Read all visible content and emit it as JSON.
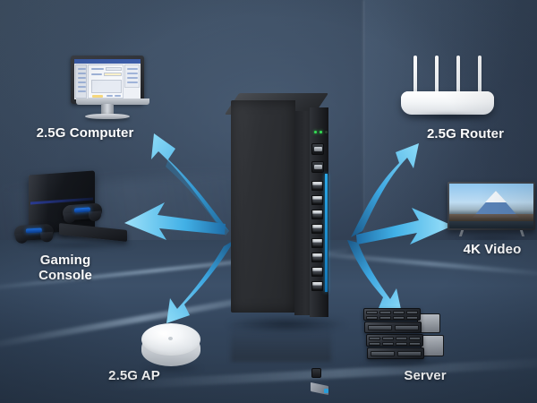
{
  "scene": {
    "title": "2.5G network switch connectivity diagram",
    "background_colors": {
      "wall_top": "#47596e",
      "wall_mid": "#313f53",
      "wall_dark": "#2c394c",
      "floor": "#3c5069"
    },
    "arrow_color_light": "#7ed3f5",
    "arrow_color_mid": "#3ca6e0",
    "arrow_color_dark": "#1d5f91",
    "label_color": "#ffffff"
  },
  "center_device": {
    "name": "network-switch",
    "type": "2.5G multi-gigabit switch",
    "body_color": "#2a2c30",
    "accent_color": "#2aa8e8",
    "rj45_port_count": 8,
    "sfp_port_count": 2,
    "led_count": 3,
    "leds_on": 2
  },
  "nodes": [
    {
      "id": "computer",
      "label": "2.5G Computer",
      "icon": "desktop-monitor-icon",
      "position": "top-left"
    },
    {
      "id": "router",
      "label": "2.5G Router",
      "icon": "wifi-router-icon",
      "position": "top-right"
    },
    {
      "id": "gaming-console",
      "label": "Gaming\nConsole",
      "icon": "game-console-icon",
      "position": "left"
    },
    {
      "id": "video",
      "label": "4K Video",
      "icon": "television-icon",
      "position": "right"
    },
    {
      "id": "access-point",
      "label": "2.5G AP",
      "icon": "access-point-icon",
      "position": "bottom-left"
    },
    {
      "id": "server",
      "label": "Server",
      "icon": "server-rack-icon",
      "position": "bottom-right"
    }
  ],
  "arrows": [
    {
      "from": "switch",
      "to": "computer",
      "direction": "up-left"
    },
    {
      "from": "switch",
      "to": "router",
      "direction": "up-right"
    },
    {
      "from": "switch",
      "to": "gaming-console",
      "direction": "left"
    },
    {
      "from": "switch",
      "to": "video",
      "direction": "right"
    },
    {
      "from": "switch",
      "to": "access-point",
      "direction": "down-left"
    },
    {
      "from": "switch",
      "to": "server",
      "direction": "down-right"
    }
  ]
}
